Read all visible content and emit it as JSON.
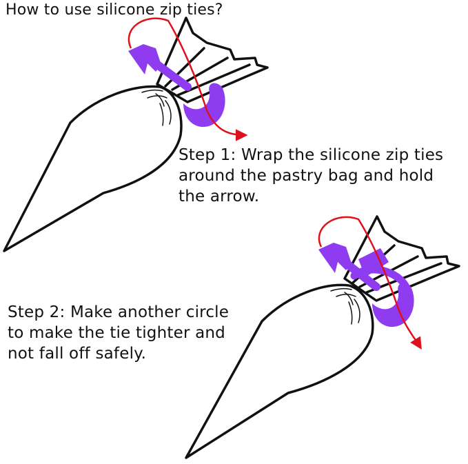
{
  "title": "How to use silicone zip ties?",
  "steps": [
    {
      "lines": [
        "Step 1: Wrap the silicone zip ties",
        "around the pastry bag and hold",
        "the arrow."
      ]
    },
    {
      "lines": [
        "Step 2: Make another circle",
        "to make the tie tighter and",
        "not fall off safely."
      ]
    }
  ],
  "colors": {
    "tie": "#8f3cf0",
    "arrow": "#e0101a",
    "outline": "#111111"
  },
  "icons": [
    "pastry-bag",
    "silicone-zip-tie",
    "direction-arrow"
  ]
}
